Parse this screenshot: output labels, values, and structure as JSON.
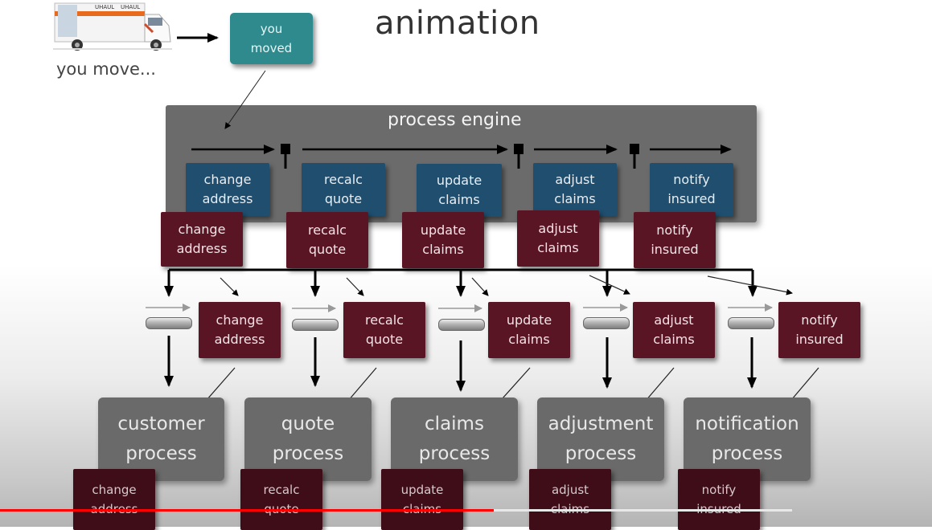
{
  "slide": {
    "title": "animation",
    "caption": "you move...",
    "truck_brand": "UHAUL",
    "event_label": "you moved",
    "engine_title": "process engine"
  },
  "engine_steps": [
    {
      "label_1": "change",
      "label_2": "address"
    },
    {
      "label_1": "recalc",
      "label_2": "quote"
    },
    {
      "label_1": "update",
      "label_2": "claims"
    },
    {
      "label_1": "adjust",
      "label_2": "claims"
    },
    {
      "label_1": "notify",
      "label_2": "insured"
    }
  ],
  "messages": [
    {
      "label_1": "change",
      "label_2": "address"
    },
    {
      "label_1": "recalc",
      "label_2": "quote"
    },
    {
      "label_1": "update",
      "label_2": "claims"
    },
    {
      "label_1": "adjust",
      "label_2": "claims"
    },
    {
      "label_1": "notify",
      "label_2": "insured"
    }
  ],
  "processes": [
    {
      "label_1": "customer",
      "label_2": "process"
    },
    {
      "label_1": "quote",
      "label_2": "process"
    },
    {
      "label_1": "claims",
      "label_2": "process"
    },
    {
      "label_1": "adjustment",
      "label_2": "process"
    },
    {
      "label_1": "notification",
      "label_2": "process"
    }
  ],
  "video_player": {
    "played_fraction": 0.53,
    "buffered_fraction": 0.85,
    "played_color": "#ff0000",
    "buffered_color": "#e8e8e8"
  },
  "colors": {
    "event": "#2f8a8e",
    "engine_step": "#1f4e6e",
    "message": "#5a1524",
    "process": "#6a6a6a",
    "engine": "#6b6b6b"
  }
}
